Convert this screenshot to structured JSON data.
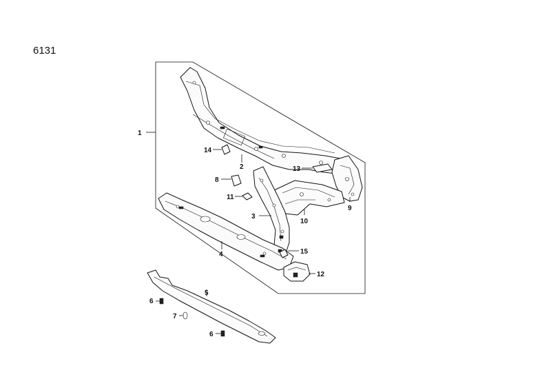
{
  "diagram": {
    "code": "6131",
    "callouts": [
      "1",
      "2",
      "3",
      "4",
      "5",
      "6",
      "7",
      "6",
      "8",
      "9",
      "10",
      "11",
      "12",
      "13",
      "14",
      "15"
    ]
  }
}
